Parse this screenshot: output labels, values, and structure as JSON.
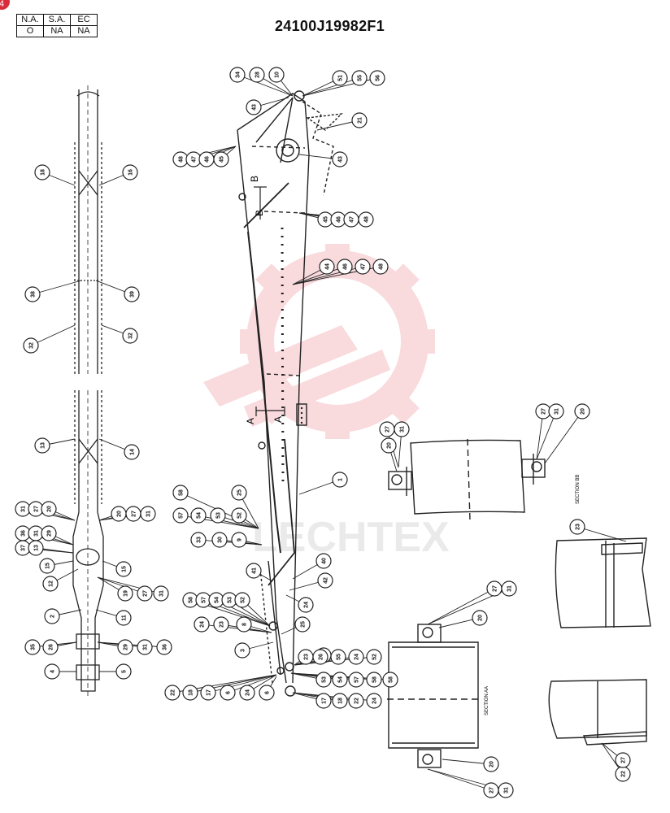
{
  "corner_badge": "4",
  "header_table": {
    "headers": [
      "N.A.",
      "S.A.",
      "EC"
    ],
    "values": [
      "O",
      "NA",
      "NA"
    ]
  },
  "title": "24100J19982F1",
  "watermark": "LECHTEX",
  "section_labels": {
    "bb": "SECTION BB",
    "aa": "SECTION AA",
    "b_marks": [
      "B",
      "B"
    ],
    "a_marks": [
      "A",
      "A"
    ]
  },
  "callouts": {
    "left_top": [
      "18",
      "16",
      "38",
      "39",
      "32",
      "32"
    ],
    "left_bottom": [
      "13",
      "14",
      "31",
      "27",
      "20",
      "20",
      "27",
      "31",
      "36",
      "31",
      "29",
      "37",
      "13",
      "15",
      "15",
      "12",
      "19",
      "27",
      "31",
      "2",
      "11",
      "35",
      "26",
      "29",
      "31",
      "36",
      "4",
      "5"
    ],
    "center_top": [
      "34",
      "28",
      "10",
      "51",
      "55",
      "56",
      "43",
      "21",
      "48",
      "47",
      "46",
      "45",
      "43",
      "45",
      "46",
      "47",
      "48",
      "44",
      "46",
      "47",
      "48"
    ],
    "center_bottom": [
      "1",
      "58",
      "57",
      "54",
      "53",
      "52",
      "25",
      "33",
      "30",
      "9",
      "41",
      "40",
      "42",
      "24",
      "58",
      "57",
      "54",
      "53",
      "52",
      "24",
      "23",
      "8",
      "25",
      "3",
      "7",
      "23",
      "26",
      "55",
      "24",
      "52",
      "53",
      "54",
      "57",
      "58",
      "58",
      "22",
      "18",
      "17",
      "6",
      "24",
      "6",
      "17",
      "18",
      "22",
      "24"
    ],
    "section_bb": [
      "20",
      "27",
      "31",
      "27",
      "31",
      "20",
      "23"
    ],
    "section_aa": [
      "27",
      "31",
      "20",
      "20",
      "27",
      "31",
      "22",
      "27"
    ]
  }
}
